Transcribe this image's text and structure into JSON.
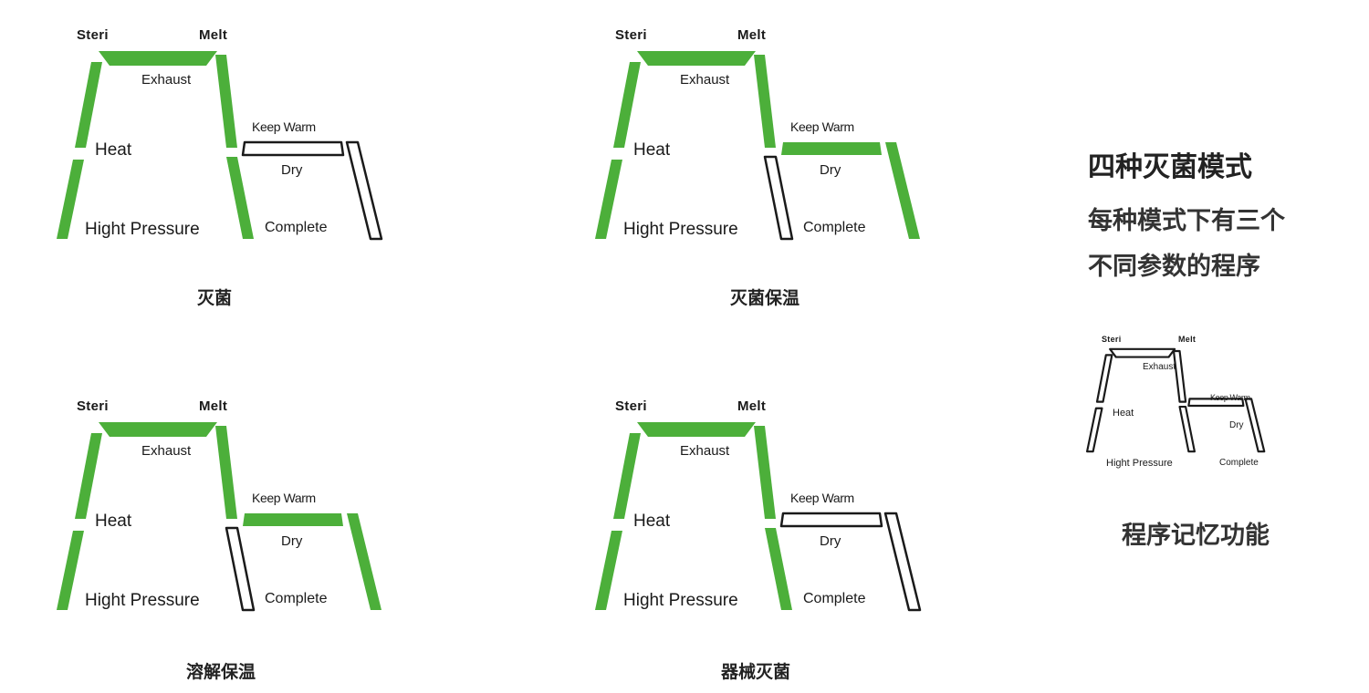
{
  "colors": {
    "active": "#4caf3a",
    "inactive_stroke": "#1a1a1a",
    "inactive_fill": "#ffffff"
  },
  "segment_labels": {
    "steri": "Steri",
    "melt": "Melt",
    "exhaust": "Exhaust",
    "heat": "Heat",
    "pressure": "Hight Pressure",
    "keep_warm": "Keep Warm",
    "dry": "Dry",
    "complete": "Complete"
  },
  "modes": [
    {
      "caption": "灭菌",
      "active": [
        "top",
        "left_upper",
        "left_lower",
        "right_upper",
        "right_lower"
      ]
    },
    {
      "caption": "灭菌保温",
      "active": [
        "top",
        "left_upper",
        "left_lower",
        "right_upper",
        "keep_warm",
        "far_right"
      ]
    },
    {
      "caption": "溶解保温",
      "active": [
        "top",
        "left_upper",
        "left_lower",
        "right_upper",
        "keep_warm",
        "far_right"
      ]
    },
    {
      "caption": "器械灭菌",
      "active": [
        "top",
        "left_upper",
        "left_lower",
        "right_upper",
        "right_lower"
      ]
    }
  ],
  "memory": {
    "caption": "程序记忆功能",
    "active": []
  },
  "side": {
    "title": "四种灭菌模式",
    "line1": "每种模式下有三个",
    "line2": "不同参数的程序"
  }
}
